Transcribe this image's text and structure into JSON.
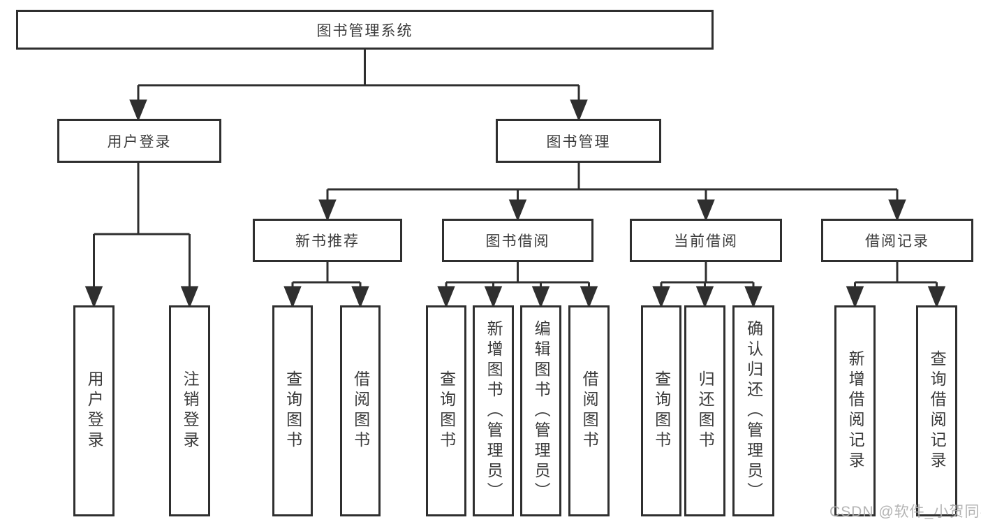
{
  "diagram": {
    "type": "hierarchy-flowchart",
    "nodes": {
      "root": "图书管理系统",
      "userLogin": "用户登录",
      "bookMgmt": "图书管理",
      "newBookRec": "新书推荐",
      "bookBorrow": "图书借阅",
      "currentBorrow": "当前借阅",
      "borrowRecord": "借阅记录",
      "lUserLogin": "用户登录",
      "lLogout": "注销登录",
      "lRecQuery": "查询图书",
      "lRecBorrow": "借阅图书",
      "lBbQuery": "查询图书",
      "lBbAdd": "新增图书（管理员）",
      "lBbEdit": "编辑图书（管理员）",
      "lBbBorrow": "借阅图书",
      "lCbQuery": "查询图书",
      "lCbReturn": "归还图书",
      "lCbConfirm": "确认归还（管理员）",
      "lBrAdd": "新增借阅记录",
      "lBrQuery": "查询借阅记录"
    },
    "edges": [
      {
        "from": "图书管理系统",
        "to": "用户登录"
      },
      {
        "from": "图书管理系统",
        "to": "图书管理"
      },
      {
        "from": "用户登录",
        "to": "用户登录"
      },
      {
        "from": "用户登录",
        "to": "注销登录"
      },
      {
        "from": "图书管理",
        "to": "新书推荐"
      },
      {
        "from": "图书管理",
        "to": "图书借阅"
      },
      {
        "from": "图书管理",
        "to": "当前借阅"
      },
      {
        "from": "图书管理",
        "to": "借阅记录"
      },
      {
        "from": "新书推荐",
        "to": "查询图书"
      },
      {
        "from": "新书推荐",
        "to": "借阅图书"
      },
      {
        "from": "图书借阅",
        "to": "查询图书"
      },
      {
        "from": "图书借阅",
        "to": "新增图书（管理员）"
      },
      {
        "from": "图书借阅",
        "to": "编辑图书（管理员）"
      },
      {
        "from": "图书借阅",
        "to": "借阅图书"
      },
      {
        "from": "当前借阅",
        "to": "查询图书"
      },
      {
        "from": "当前借阅",
        "to": "归还图书"
      },
      {
        "from": "当前借阅",
        "to": "确认归还（管理员）"
      },
      {
        "from": "借阅记录",
        "to": "新增借阅记录"
      },
      {
        "from": "借阅记录",
        "to": "查询借阅记录"
      }
    ],
    "colors": {
      "line": "#2f2f2f",
      "text": "#3b3b3b",
      "background": "#ffffff",
      "watermark": "#acacac"
    }
  },
  "watermark": "CSDN @软件_小贺同学"
}
